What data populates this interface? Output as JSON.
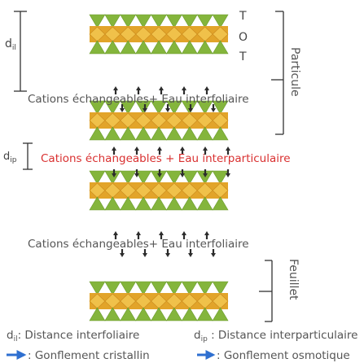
{
  "layer_labels": {
    "tetra_top": "T",
    "octa": "O",
    "tetra_bottom": "T"
  },
  "interlayer_spacing_symbol": "d",
  "interlayer_spacing_subscript": "il",
  "interparticle_spacing_symbol": "d",
  "interparticle_spacing_subscript": "ip",
  "cation_labels": {
    "interfoliar_1": "Cations échangeables+ Eau interfoliaire",
    "interparticle": "Cations échangeables + Eau interparticulaire",
    "interfoliar_2": "Cations échangeables+ Eau interfoliaire"
  },
  "side_labels": {
    "particle": "Particule",
    "sheet": "Feuillet"
  },
  "legend": {
    "il_prefix_symbol": "d",
    "il_prefix_subscript": "il",
    "il_text": ": Distance interfoliaire",
    "ip_prefix_symbol": "d",
    "ip_prefix_subscript": "ip",
    "ip_text": " : Distance interparticulaire",
    "crystalline": "Gonflement cristallin",
    "osmotic": "Gonflement osmotique"
  },
  "colors": {
    "tetra_green": "#84b53c",
    "octa_orange": "#e2a42a",
    "cation_dark": "#2c2c2c",
    "interparticle_red": "#d93030",
    "arrow_blue": "#2e6fd0",
    "text_gray": "#555555"
  }
}
